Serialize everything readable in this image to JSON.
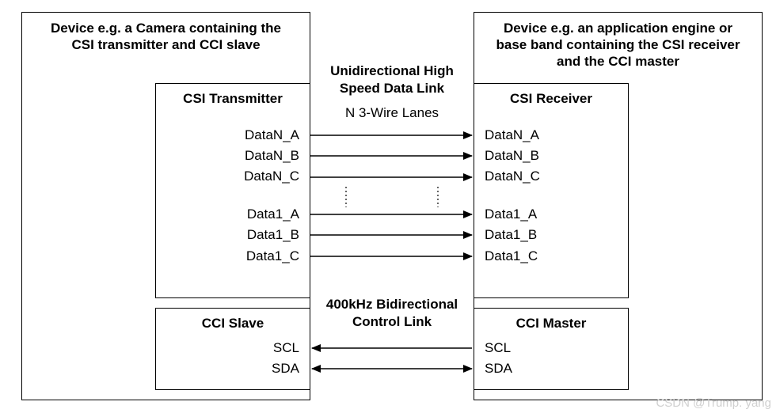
{
  "left_device": {
    "title_line1": "Device e.g. a Camera containing the",
    "title_line2": "CSI transmitter and CCI slave",
    "transmitter_title": "CSI Transmitter",
    "slave_title": "CCI Slave",
    "data_signals": [
      "DataN_A",
      "DataN_B",
      "DataN_C",
      "Data1_A",
      "Data1_B",
      "Data1_C"
    ],
    "control_signals": [
      "SCL",
      "SDA"
    ]
  },
  "right_device": {
    "title_line1": "Device e.g. an application engine or",
    "title_line2": "base band containing the CSI receiver",
    "title_line3": "and the CCI master",
    "receiver_title": "CSI Receiver",
    "master_title": "CCI Master",
    "data_signals": [
      "DataN_A",
      "DataN_B",
      "DataN_C",
      "Data1_A",
      "Data1_B",
      "Data1_C"
    ],
    "control_signals": [
      "SCL",
      "SDA"
    ]
  },
  "links": {
    "data_link_line1": "Unidirectional High",
    "data_link_line2": "Speed Data  Link",
    "lanes_label": "N 3-Wire Lanes",
    "control_link_line1": "400kHz Bidirectional",
    "control_link_line2": "Control Link"
  },
  "watermark": "CSDN @Trump. yang"
}
